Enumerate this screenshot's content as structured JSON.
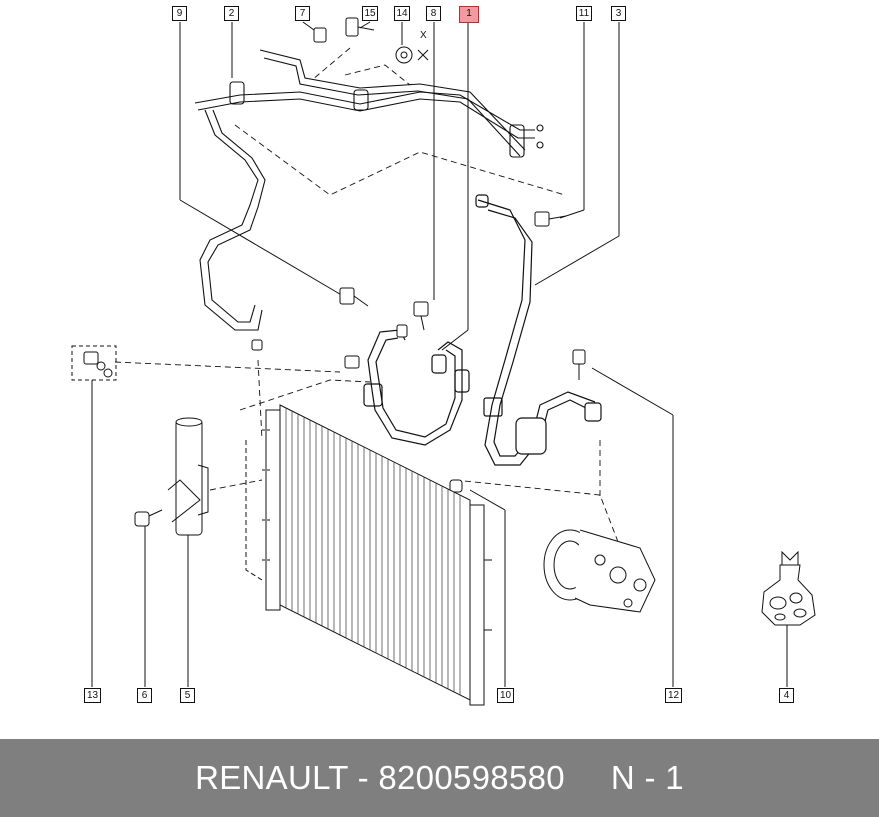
{
  "callouts": [
    {
      "label": "9"
    },
    {
      "label": "2"
    },
    {
      "label": "7"
    },
    {
      "label": "15"
    },
    {
      "label": "14"
    },
    {
      "label": "8"
    },
    {
      "label": "1"
    },
    {
      "label": "11"
    },
    {
      "label": "3"
    },
    {
      "label": "13"
    },
    {
      "label": "6"
    },
    {
      "label": "5"
    },
    {
      "label": "10"
    },
    {
      "label": "12"
    },
    {
      "label": "4"
    }
  ],
  "x_marker": "X",
  "footer": {
    "brand_part": "RENAULT - 8200598580",
    "quantity": "N - 1"
  }
}
